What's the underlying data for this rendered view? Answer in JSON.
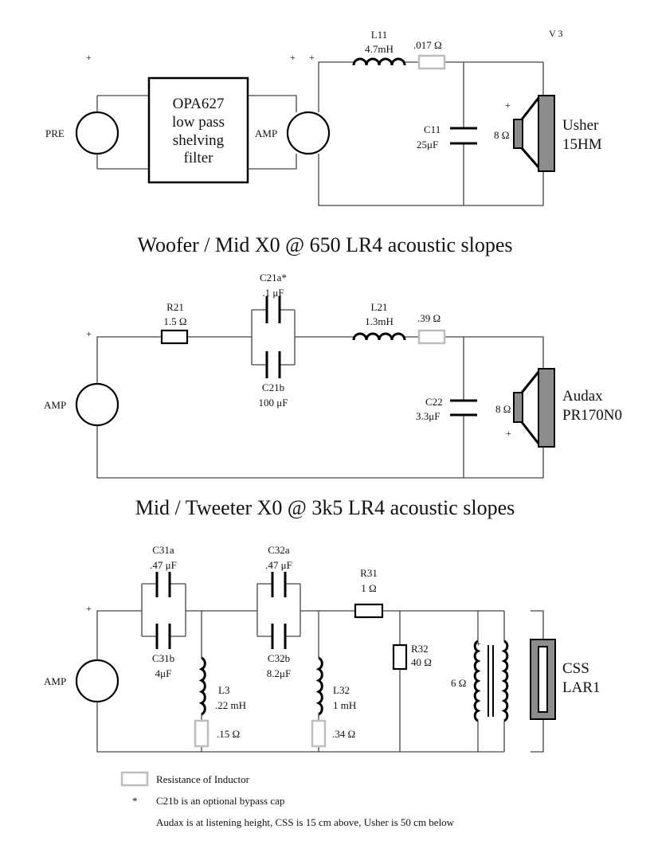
{
  "header": {
    "version": "V 3"
  },
  "section1": {
    "plus_marks": [
      "+",
      "+",
      "+",
      "+"
    ],
    "pre_label": "PRE",
    "filter_lines": [
      "OPA627",
      "low pass",
      "shelving",
      "filter"
    ],
    "amp_label": "AMP",
    "l11": {
      "name": "L11",
      "value": "4.7mH"
    },
    "l11_res": ".017 Ω",
    "c11": {
      "name": "C11",
      "value": "25μF"
    },
    "speaker": {
      "impedance": "8 Ω",
      "name_line1": "Usher",
      "name_line2": "15HM"
    }
  },
  "title1": "Woofer / Mid X0 @ 650 LR4 acoustic slopes",
  "section2": {
    "plus_marks": [
      "+",
      "+"
    ],
    "amp_label": "AMP",
    "r21": {
      "name": "R21",
      "value": "1.5 Ω"
    },
    "c21a": {
      "name": "C21a*",
      "value": ".1 μF"
    },
    "c21b": {
      "name": "C21b",
      "value": "100 μF"
    },
    "l21": {
      "name": "L21",
      "value": "1.3mH"
    },
    "l21_res": ".39 Ω",
    "c22": {
      "name": "C22",
      "value": "3.3μF"
    },
    "speaker": {
      "impedance": "8 Ω",
      "name_line1": "Audax",
      "name_line2": "PR170N0"
    }
  },
  "title2": "Mid / Tweeter X0 @ 3k5 LR4 acoustic slopes",
  "section3": {
    "plus_marks": [
      "+",
      "+"
    ],
    "amp_label": "AMP",
    "c31a": {
      "name": "C31a",
      "value": ".47 μF"
    },
    "c31b": {
      "name": "C31b",
      "value": "4μF"
    },
    "c32a": {
      "name": "C32a",
      "value": ".47 μF"
    },
    "c32b": {
      "name": "C32b",
      "value": "8.2μF"
    },
    "r31": {
      "name": "R31",
      "value": "1 Ω"
    },
    "r32": {
      "name": "R32",
      "value": "40 Ω"
    },
    "l3": {
      "name": "L3",
      "value": ".22 mH"
    },
    "l3_res": ".15 Ω",
    "l32": {
      "name": "L32",
      "value": "1 mH"
    },
    "l32_res": ".34 Ω",
    "transformer_label": "6 Ω",
    "speaker": {
      "name_line1": "CSS",
      "name_line2": "LAR1"
    }
  },
  "legend": {
    "inductor_resistance": "Resistance of Inductor",
    "asterisk": "*",
    "note1": "C21b is an optional bypass cap",
    "note2": "Audax is at listening height, CSS is 15 cm above, Usher is 50 cm below"
  }
}
